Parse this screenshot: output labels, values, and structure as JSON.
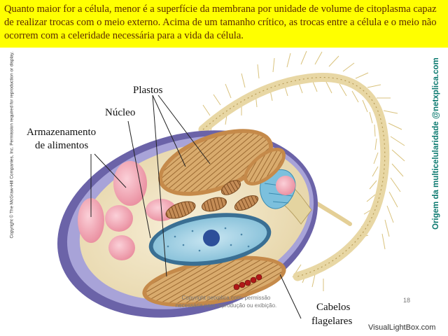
{
  "banner": {
    "text": "Quanto maior for a célula, menor é a superfície da membrana por unidade de volume de citoplasma capaz de realizar trocas com o meio externo. Acima de um tamanho crítico, as trocas entre a célula e o meio não ocorrem com a celeridade necessária para a vida da célula."
  },
  "diagram": {
    "labels": {
      "plastos": "Plastos",
      "nucleo": "Núcleo",
      "armazenamento_1": "Armazenamento",
      "armazenamento_2": "de alimentos",
      "cabelos": "Cabelos",
      "flagelares": "flagelares"
    }
  },
  "side": {
    "copyright": "Copyright © The McGraw-Hill Companies, Inc. Permission required for reproduction or display.",
    "credit": "Origem da multicelularidade @netxplica.com"
  },
  "footer": {
    "note_1": "Copyright netxplica.com: permissão",
    "note_2": "necessária para reprodução ou exibição.",
    "page_number": "18",
    "watermark": "VisualLightBox.com"
  },
  "colors": {
    "banner": "#ffff00",
    "banner_text": "#5a2a00",
    "credit": "#0c7a70",
    "cell_wall": "#6b63a8",
    "cytoplasm": "#f1e6c4",
    "plastid": "#d2a063",
    "nucleus": "#a9d4e6",
    "storage": "#f2a3b0"
  }
}
